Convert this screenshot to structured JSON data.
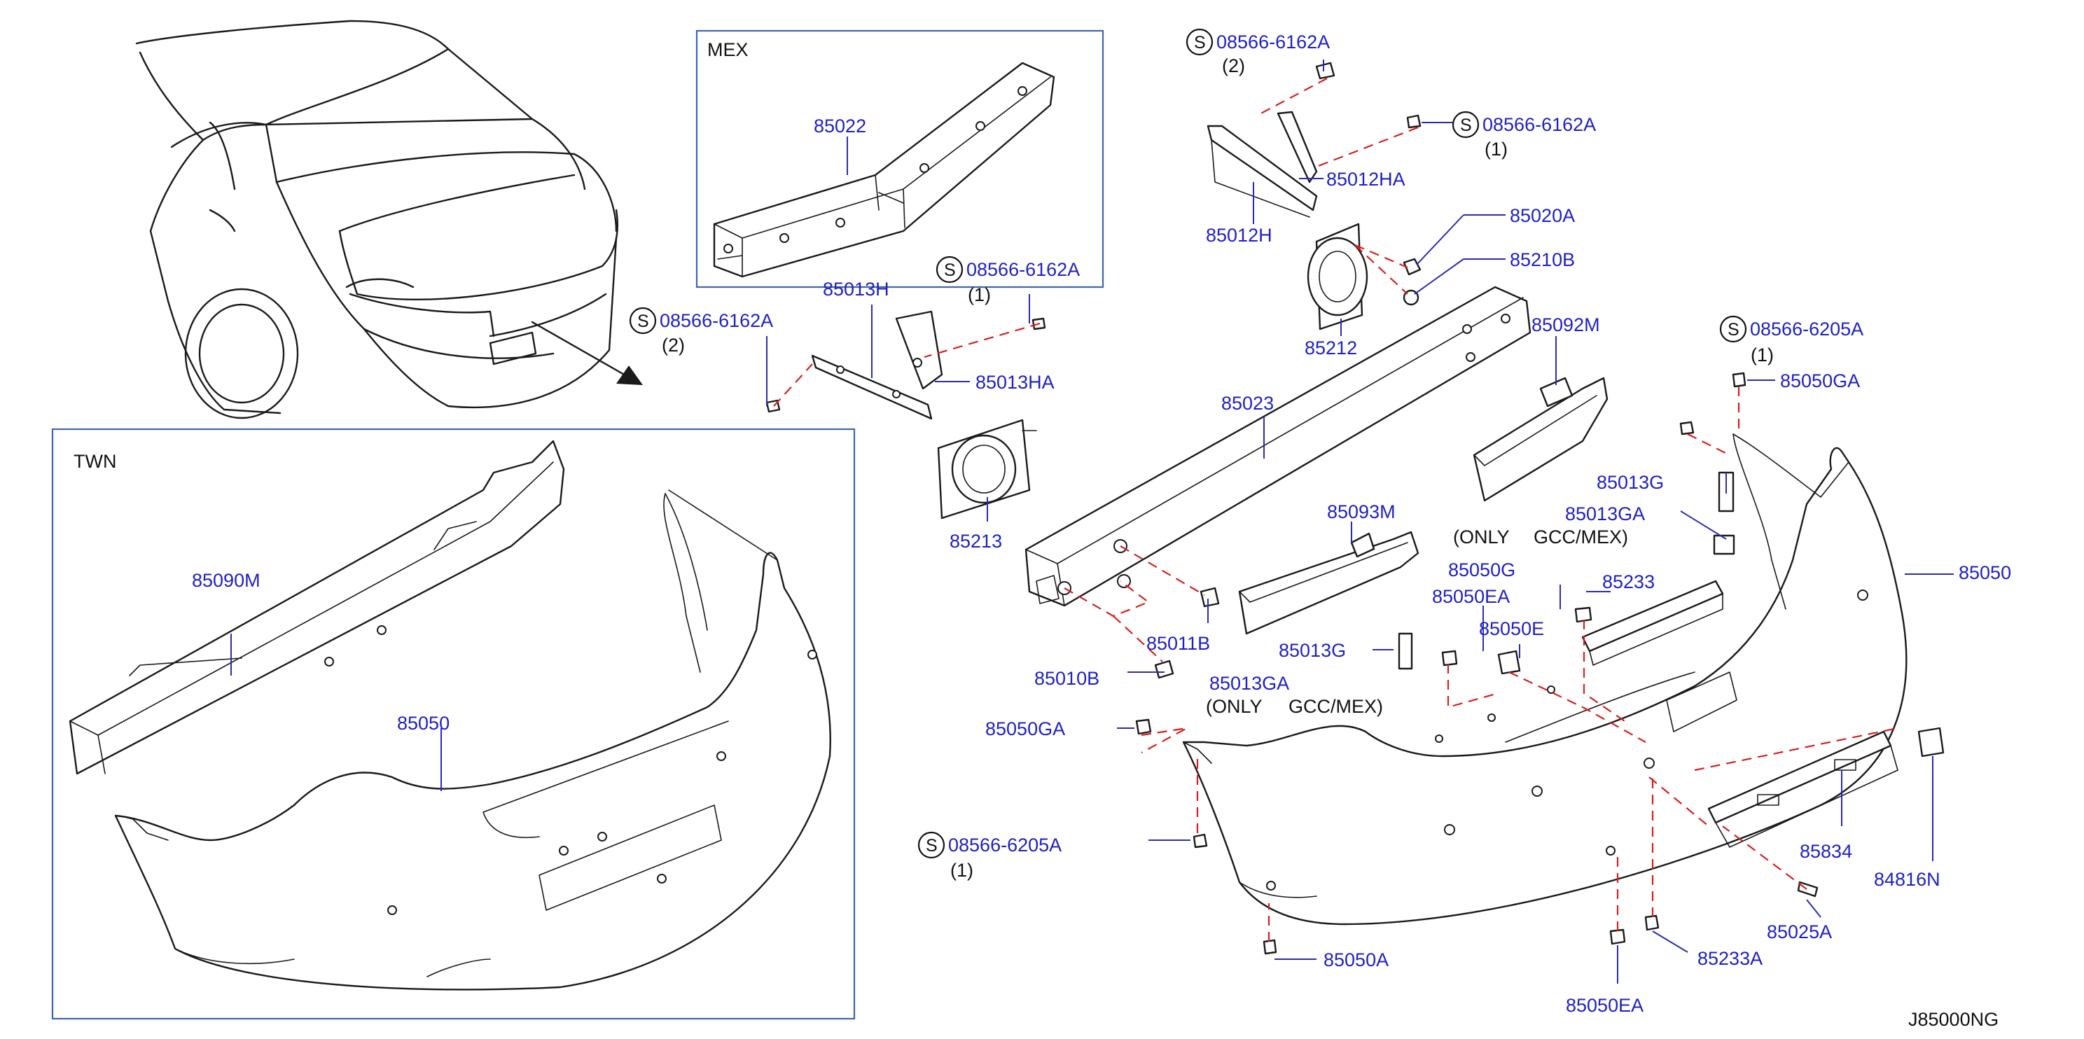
{
  "boxes": {
    "mex": "MEX",
    "twn": "TWN"
  },
  "labels": {
    "p85022": "85022",
    "p85013H": "85013H",
    "p85013HA": "85013HA",
    "p85213": "85213",
    "p85012H": "85012H",
    "p85012HA": "85012HA",
    "p85020A": "85020A",
    "p85210B": "85210B",
    "p85212": "85212",
    "p85023": "85023",
    "p85092M": "85092M",
    "p85050GA_top": "85050GA",
    "p85013G_right": "85013G",
    "p85013GA_right": "85013GA",
    "p85093M": "85093M",
    "p85050G": "85050G",
    "p85050EA_mid": "85050EA",
    "p85050E": "85050E",
    "p85233": "85233",
    "p85050_right": "85050",
    "p85011B": "85011B",
    "p85010B": "85010B",
    "p85013G_left": "85013G",
    "p85013GA_left": "85013GA",
    "p85050GA_left": "85050GA",
    "p85834": "85834",
    "p84816N": "84816N",
    "p85025A": "85025A",
    "p85233A": "85233A",
    "p85050A": "85050A",
    "p85050EA_bottom": "85050EA",
    "p85090M": "85090M",
    "p85050_twn": "85050",
    "screw_1": "08566-6162A",
    "screw_2": "08566-6162A",
    "screw_3": "08566-6162A",
    "screw_4": "08566-6162A",
    "screw_5": "08566-6205A",
    "screw_6": "08566-6205A"
  },
  "quantities": {
    "screw_1": "(2)",
    "screw_2": "(1)",
    "screw_3": "(2)",
    "screw_4": "(1)",
    "screw_5": "(1)",
    "screw_6": "(1)"
  },
  "symbols": {
    "screw": "S"
  },
  "notes": {
    "only_right_a": "(ONLY",
    "only_right_b": "GCC/MEX)",
    "only_left_a": "(ONLY",
    "only_left_b": "GCC/MEX)"
  },
  "diagram_id": "J85000NG",
  "colors": {
    "part_number": "#1f1fc8",
    "dashed_link": "#d62020",
    "box_frame": "#3c64b4",
    "line": "#1a1a1a"
  }
}
